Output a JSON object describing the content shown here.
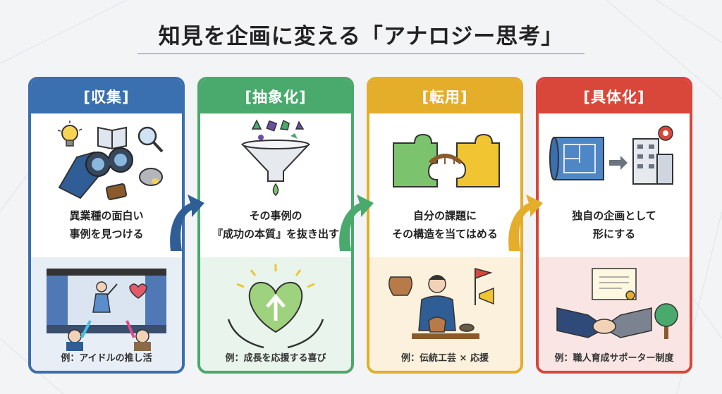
{
  "title": "知見を企画に変える「アナロジー思考」",
  "steps": [
    {
      "heading": "[収集]",
      "line1": "異業種の面白い",
      "line2": "事例を見つける",
      "example": "例：アイドルの推し活",
      "color": "#3a6fb0",
      "tint": "#e8eef6"
    },
    {
      "heading": "[抽象化]",
      "line1": "その事例の",
      "line2": "『成功の本質』を抜き出す",
      "example": "例：成長を応援する喜び",
      "color": "#4aa96c",
      "tint": "#e9f4ec"
    },
    {
      "heading": "[転用]",
      "line1": "自分の課題に",
      "line2": "その構造を当てはめる",
      "example": "例：伝統工芸 × 応援",
      "color": "#e4ad2a",
      "tint": "#fbf1dc"
    },
    {
      "heading": "[具体化]",
      "line1": "独自の企画として",
      "line2": "形にする",
      "example": "例：職人育成サポーター制度",
      "color": "#d9463a",
      "tint": "#f9e6e4"
    }
  ]
}
